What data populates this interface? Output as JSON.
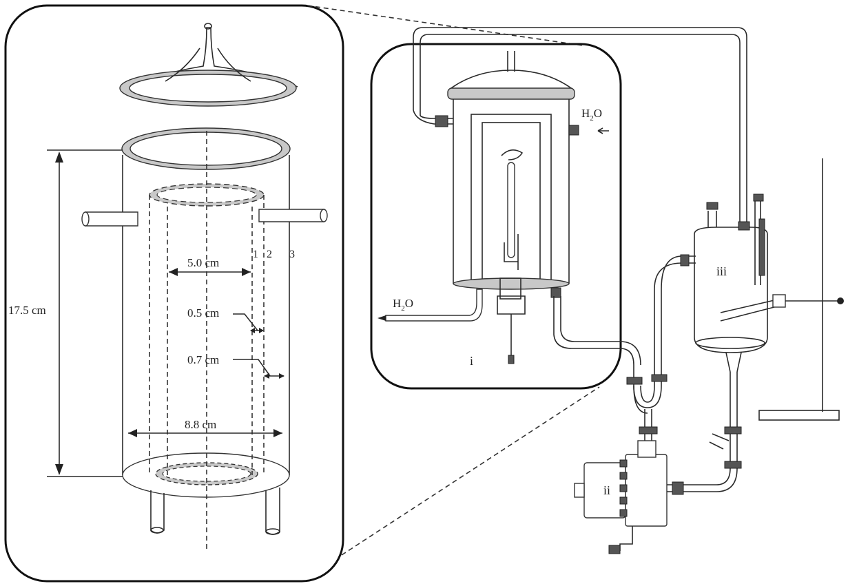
{
  "labels": {
    "height": "17.5 cm",
    "inner_diameter": "5.0 cm",
    "gap_1": "0.5 cm",
    "gap_2": "0.7 cm",
    "outer_diameter": "8.8 cm",
    "layer_1": "1",
    "layer_2": "2",
    "layer_3": "3",
    "water_in_main": "H",
    "water_in_sub": "2",
    "water_in_tail": "O",
    "water_out_main": "H",
    "water_out_sub": "2",
    "water_out_tail": "O",
    "part_i": "i",
    "part_ii": "ii",
    "part_iii": "iii"
  },
  "colors": {
    "line": "#2a2a2a",
    "frame": "#111111",
    "ring_fill": "#c8c8c8",
    "background": "#ffffff"
  }
}
